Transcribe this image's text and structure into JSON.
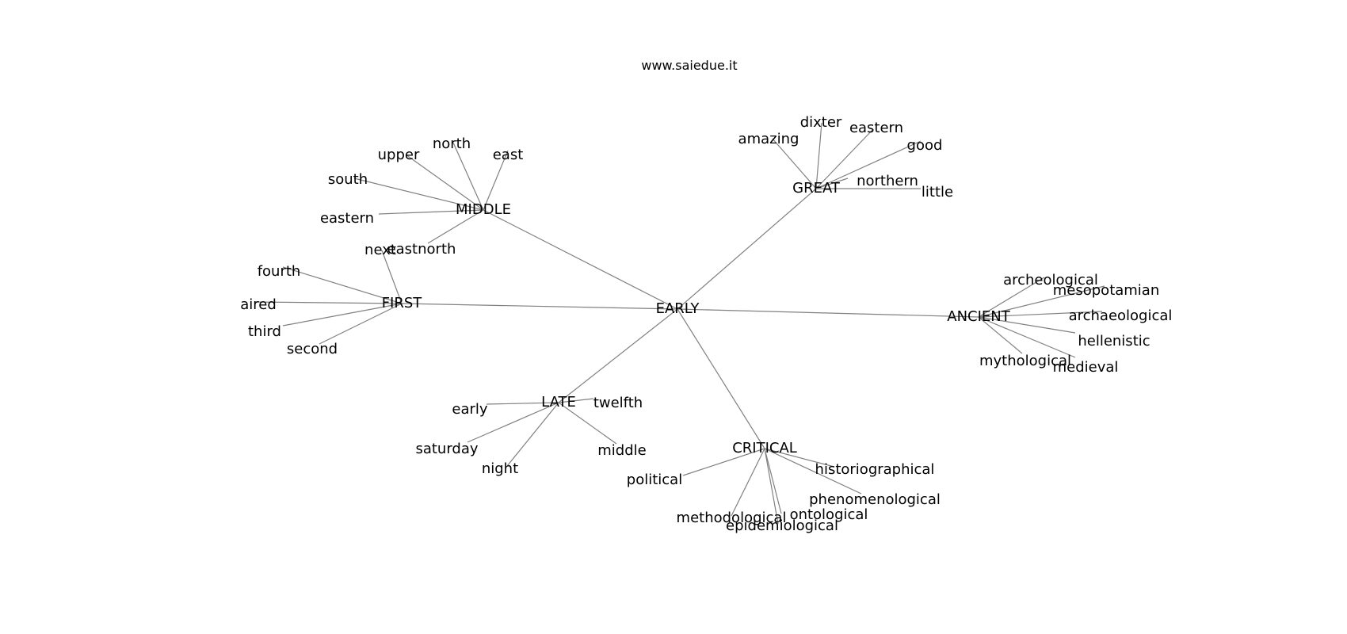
{
  "credit": "www.saiedue.it",
  "colors": {
    "edge": "#808080",
    "text": "#000000",
    "background": "#ffffff"
  },
  "graph": {
    "root": "EARLY",
    "clusters": [
      {
        "hub": "MIDDLE",
        "words": [
          "upper",
          "north",
          "east",
          "south",
          "eastern",
          "eastnorth"
        ]
      },
      {
        "hub": "GREAT",
        "words": [
          "amazing",
          "dixter",
          "eastern",
          "good",
          "northern",
          "little"
        ]
      },
      {
        "hub": "FIRST",
        "words": [
          "next",
          "fourth",
          "aired",
          "third",
          "second"
        ]
      },
      {
        "hub": "ANCIENT",
        "words": [
          "archeological",
          "mesopotamian",
          "archaeological",
          "hellenistic",
          "mythological",
          "medieval"
        ]
      },
      {
        "hub": "LATE",
        "words": [
          "early",
          "twelfth",
          "saturday",
          "night",
          "middle"
        ]
      },
      {
        "hub": "CRITICAL",
        "words": [
          "political",
          "historiographical",
          "phenomenological",
          "methodological",
          "ontological",
          "epidemiological"
        ]
      }
    ]
  }
}
